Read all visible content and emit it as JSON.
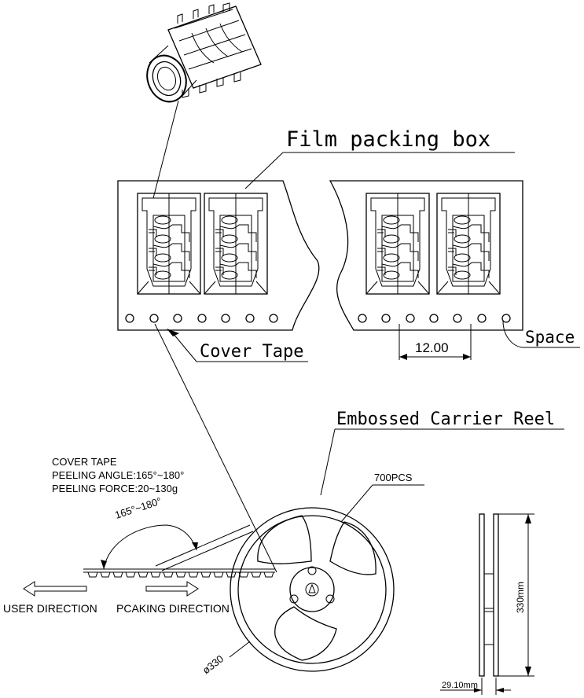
{
  "labels": {
    "film_packing_box": "Film packing box",
    "cover_tape": "Cover Tape",
    "space": "Space",
    "pitch": "12.00",
    "embossed_carrier_reel": "Embossed Carrier Reel",
    "quantity": "700PCS",
    "diameter": "ø330",
    "height": "330mm",
    "width": "29.10mm",
    "user_direction": "USER DIRECTION",
    "packing_direction": "PCAKING DIRECTION",
    "peel_angle_callout": "165°~180°"
  },
  "notes": {
    "line1": "COVER TAPE",
    "line2": "PEELING ANGLE:165°~180°",
    "line3": "PEELING FORCE:20~130g"
  }
}
